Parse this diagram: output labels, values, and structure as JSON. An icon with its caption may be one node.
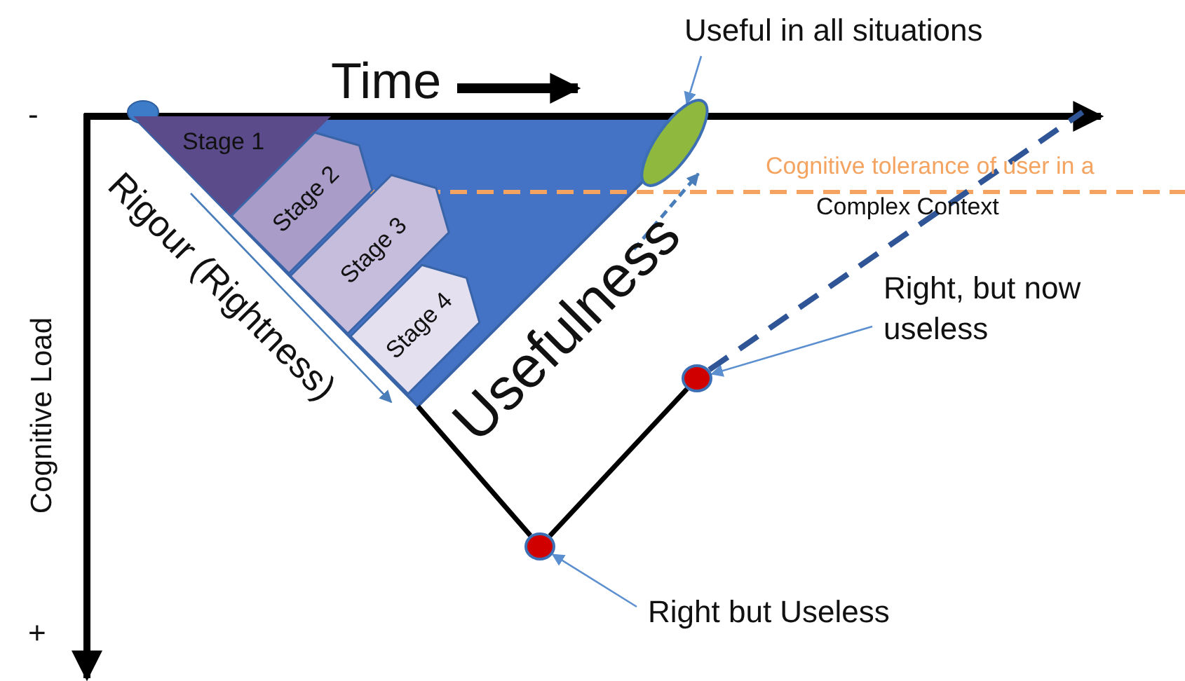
{
  "diagram": {
    "nodes": [
      {
        "text": [
          "Useful in all situations"
        ]
      },
      {
        "text": [],
        "shape": "ellipse"
      },
      {
        "text": [
          "Stage 1"
        ]
      },
      {
        "text": [
          "Stage 2"
        ]
      },
      {
        "text": [
          "Stage 3"
        ]
      },
      {
        "text": [
          "Stage 4"
        ]
      },
      {
        "text": [
          "Right, but now useless"
        ]
      },
      {
        "text": [],
        "shape": "circle"
      },
      {
        "text": [],
        "shape": "circle"
      },
      {
        "text": [
          "Right but Useless"
        ]
      }
    ],
    "edges": [
      {
        "from": 0,
        "to": 1,
        "arrow": "to"
      },
      {
        "from": 6,
        "to": 7,
        "arrow": "to"
      },
      {
        "from": 9,
        "to": 8,
        "arrow": "to"
      },
      {
        "from": 5,
        "to": 8,
        "arrow": "none",
        "style": "thick",
        "color": "#000000"
      },
      {
        "from": 8,
        "to": 7,
        "arrow": "none",
        "style": "thick",
        "color": "#000000"
      },
      {
        "from": 7,
        "to": null,
        "arrow": "none",
        "style": "dashed",
        "color": "#2f5597"
      }
    ],
    "labels": [
      "Time",
      "-",
      "Cognitive tolerance of user in a",
      "Complex Context",
      "Rigour (Rightness)",
      "Usefulness",
      "Cognitive Load",
      "+"
    ]
  }
}
